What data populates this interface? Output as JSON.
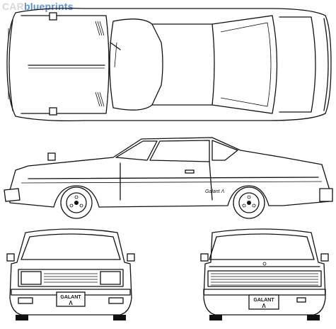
{
  "watermark": {
    "part1": "CAR",
    "part2": "blueprints"
  },
  "front_plate": {
    "line1": "GALANT",
    "line2": "Λ"
  },
  "rear_plate": {
    "line1": "GALANT",
    "line2": "Λ"
  },
  "side_badge": "Galant Λ",
  "colors": {
    "line": "#111111",
    "background": "#ffffff",
    "watermark_grey": "#d8d8d8",
    "watermark_blue": "#5b8fd6"
  }
}
